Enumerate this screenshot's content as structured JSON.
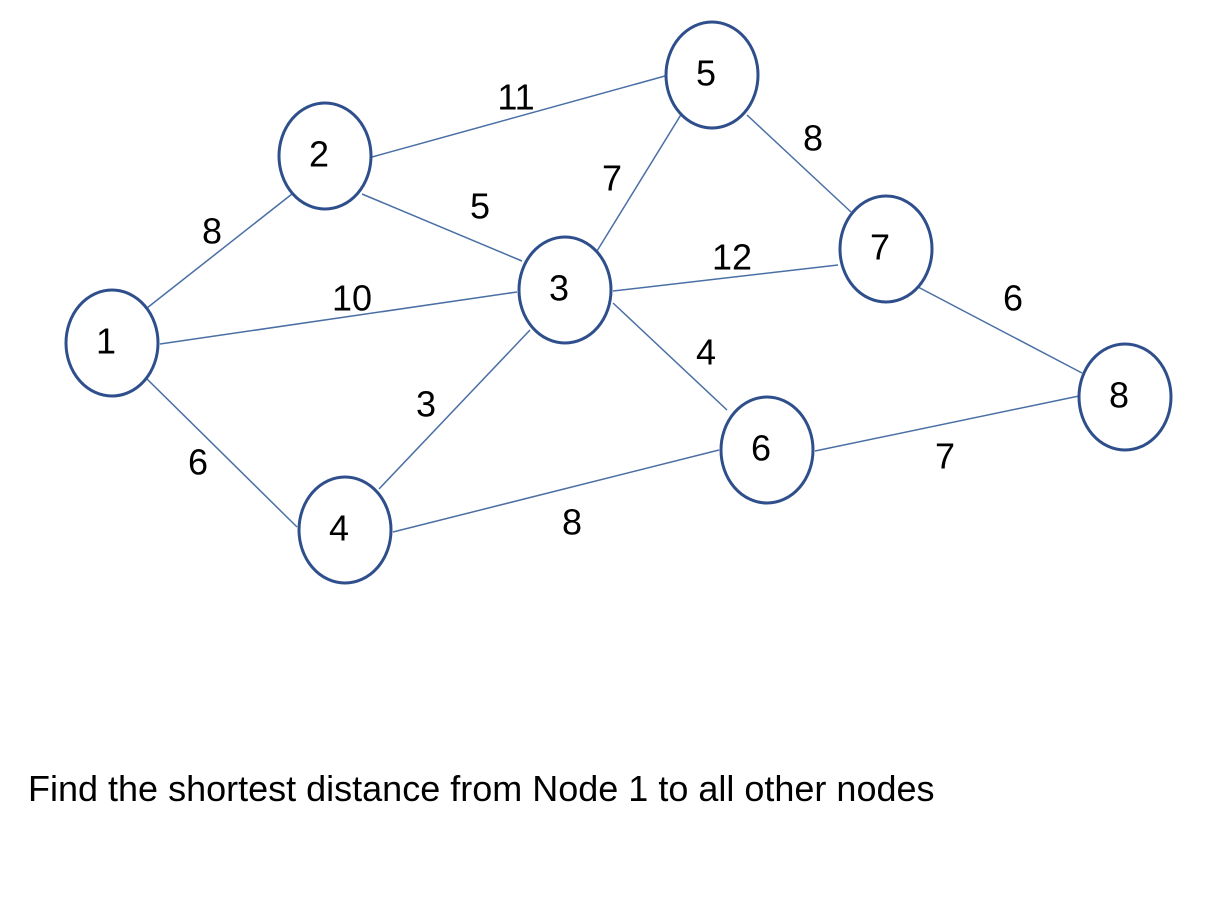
{
  "diagram": {
    "type": "weighted-undirected-graph",
    "nodes": [
      {
        "id": "1",
        "label": "1"
      },
      {
        "id": "2",
        "label": "2"
      },
      {
        "id": "3",
        "label": "3"
      },
      {
        "id": "4",
        "label": "4"
      },
      {
        "id": "5",
        "label": "5"
      },
      {
        "id": "6",
        "label": "6"
      },
      {
        "id": "7",
        "label": "7"
      },
      {
        "id": "8",
        "label": "8"
      }
    ],
    "edges": [
      {
        "from": "1",
        "to": "2",
        "weight": "8"
      },
      {
        "from": "1",
        "to": "3",
        "weight": "10"
      },
      {
        "from": "1",
        "to": "4",
        "weight": "6"
      },
      {
        "from": "2",
        "to": "5",
        "weight": "11"
      },
      {
        "from": "2",
        "to": "3",
        "weight": "5"
      },
      {
        "from": "3",
        "to": "5",
        "weight": "7"
      },
      {
        "from": "3",
        "to": "7",
        "weight": "12"
      },
      {
        "from": "3",
        "to": "4",
        "weight": "3"
      },
      {
        "from": "3",
        "to": "6",
        "weight": "4"
      },
      {
        "from": "5",
        "to": "7",
        "weight": "8"
      },
      {
        "from": "7",
        "to": "8",
        "weight": "6"
      },
      {
        "from": "4",
        "to": "6",
        "weight": "8"
      },
      {
        "from": "6",
        "to": "8",
        "weight": "7"
      }
    ],
    "colors": {
      "edge": "#4a6fa5",
      "node_outline": "#2f4f8c",
      "node_fill": "#ffffff",
      "text": "#000000"
    }
  },
  "caption": "Find the shortest distance from Node 1 to all other nodes"
}
